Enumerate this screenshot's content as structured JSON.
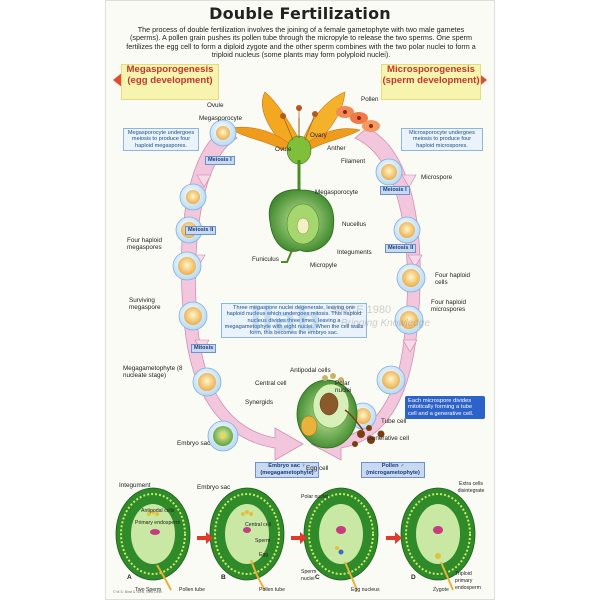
{
  "header": {
    "title": "Double Fertilization",
    "intro": "The process of double fertilization involves the joining of a female gametophyte with two male gametes (sperms). A pollen grain pushes its pollen tube through the micropyle to release the two sperms. One sperm fertilizes the egg cell to form a diploid zygote and the other sperm combines with the two polar nuclei to form a triploid nucleus (some plants may form polyploid nuclei)."
  },
  "banners": {
    "left": [
      "Megasporogenesis",
      "(egg development)"
    ],
    "right": [
      "Microsporogenesis",
      "(sperm development)"
    ]
  },
  "flower_labels": {
    "ovule_top": "Ovule",
    "pollen": "Pollen",
    "anther": "Anther",
    "filament": "Filament",
    "ovary": "Ovary",
    "ovule": "Ovule"
  },
  "ovule_detail": {
    "megasporocyte": "Megasporocyte",
    "nucellus": "Nucellus",
    "integuments": "Integuments",
    "micropyle": "Micropyle",
    "funiculus": "Funiculus"
  },
  "left_cycle": {
    "megasporocyte": "Megasporocyte",
    "note_meiosis": "Megasporocyte undergoes meiosis to produce four haploid megaspores.",
    "meiosis1": "Meiosis I",
    "meiosis2": "Meiosis II",
    "four_haploid": "Four haploid megaspores",
    "surviving": "Surviving megaspore",
    "mitosis": "Mitosis",
    "megagametophyte": "Megagametophyte (8 nucleate stage)",
    "synergids": "Synergids",
    "embryo_sac": "Embryo sac",
    "center_note": "Three megaspore nuclei degenerate, leaving one haploid nucleus which undergoes mitosis. This haploid nucleus divides three times, leaving a megagametophyte with eight nuclei. When the cell walls form, this becomes the embryo sac.",
    "embryo_tag": "Embryo sac ♀ (megagametophyte)"
  },
  "right_cycle": {
    "note_meiosis": "Microsporocyte undergoes meiosis to produce four haploid microspores.",
    "microspore": "Microspore",
    "meiosis1": "Meiosis I",
    "meiosis2": "Meiosis II",
    "four_haploid_cells": "Four haploid cells",
    "four_haploid_micro": "Four haploid microspores",
    "each_note": "Each microspore divides mitotically forming a tube cell and a generative cell.",
    "tube_cell": "Tube cell",
    "generative_cell": "Generative cell",
    "pollen_tag": "Pollen ♂ (microgametophyte)"
  },
  "center_labels": {
    "antipodal": "Antipodal cells",
    "central": "Central cell",
    "polar": "Polar nuclei",
    "egg": "Egg cell"
  },
  "bottom": {
    "integument": "Integument",
    "embryo_sac": "Embryo sac",
    "antipodal": "Antipodal cells",
    "primary_endosperm": "Primary endosperm",
    "central": "Central cell",
    "sperm": "Sperm",
    "egg": "Egg",
    "pollen_tube_a": "Pollen tube",
    "two_sperm": "Two Sperm",
    "pollen_tube_b": "Pollen tube",
    "polar_nuclei": "Polar nuclei",
    "sperm_nuclei": "Sperm nuclei",
    "egg_nucleus": "Egg nucleus",
    "extra_cells": "Extra cells disintegrate",
    "zygote": "Zygote",
    "triploid": "Triploid primary endosperm",
    "letters": [
      "A",
      "B",
      "C",
      "D"
    ]
  },
  "watermark": {
    "logo": "llab",
    "since": "SINCE 1980",
    "tagline": "Bringing Knowledge"
  },
  "footer": "© M.S. Birat & Sons, New Delhi"
}
